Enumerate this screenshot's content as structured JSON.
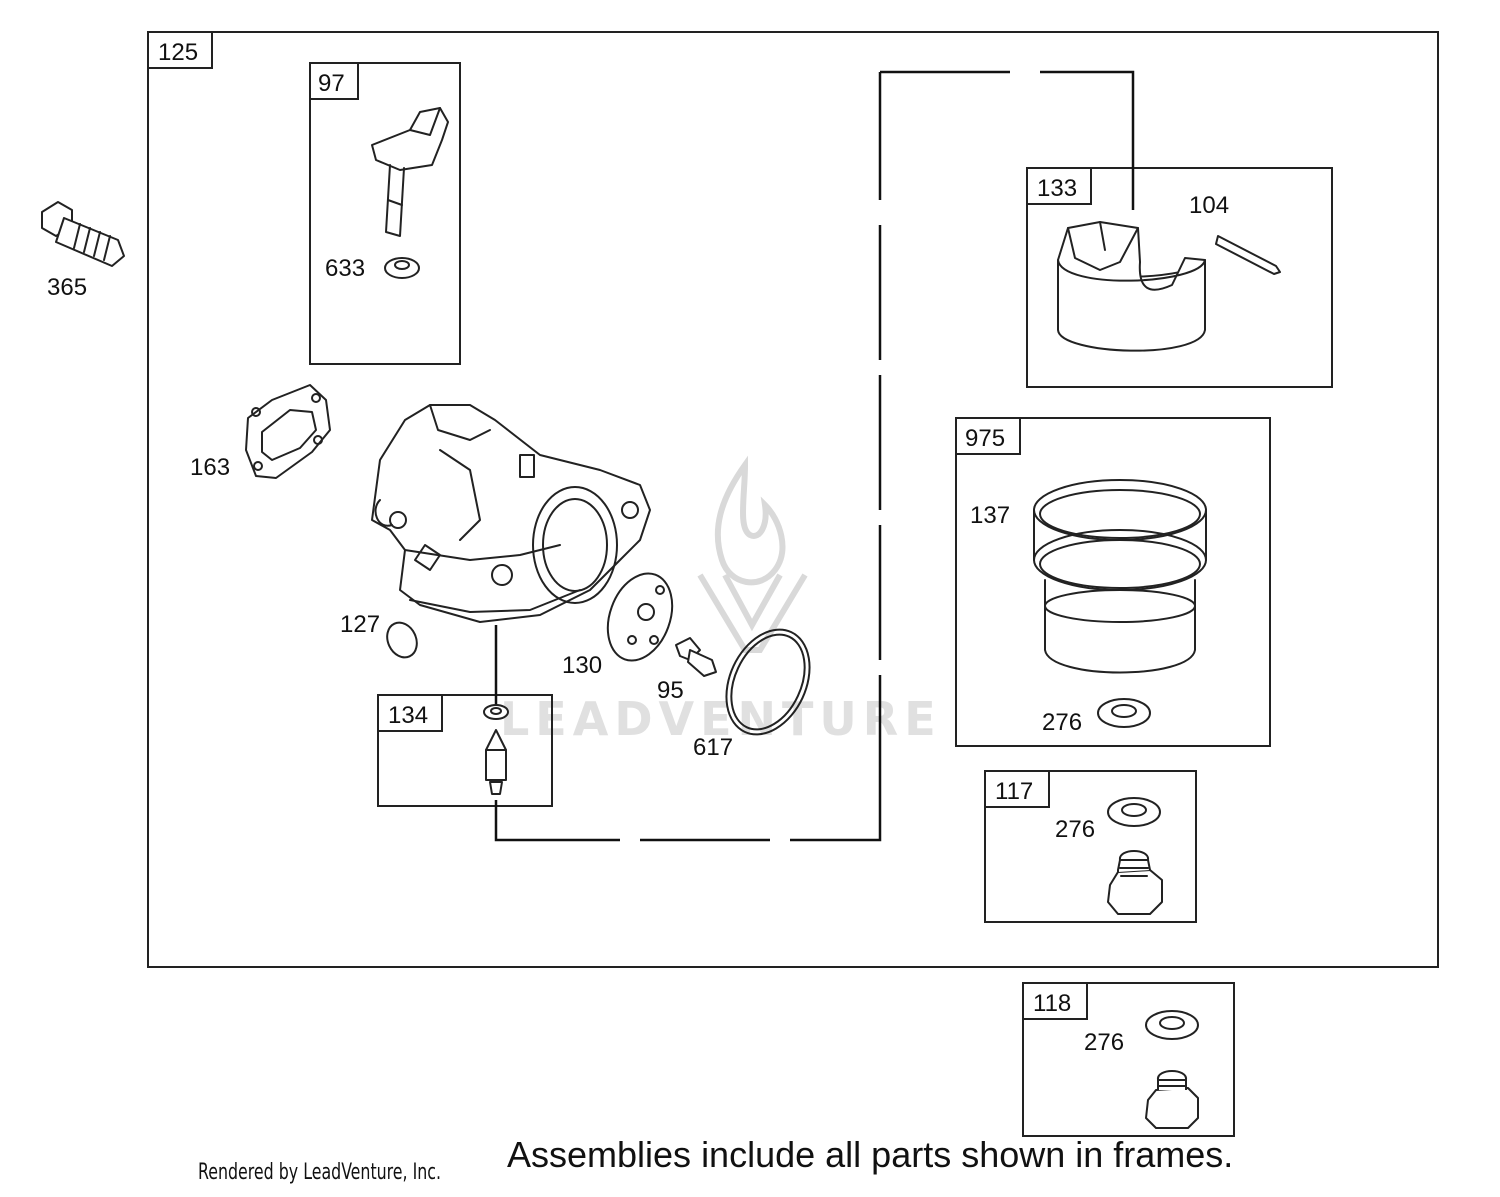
{
  "frames": {
    "f125": "125",
    "f97": "97",
    "f133": "133",
    "f975": "975",
    "f134": "134",
    "f117": "117",
    "f118": "118"
  },
  "labels": {
    "p365": "365",
    "p633": "633",
    "p163": "163",
    "p127": "127",
    "p130": "130",
    "p95": "95",
    "p617": "617",
    "p104": "104",
    "p137": "137",
    "p276a": "276",
    "p276b": "276",
    "p276c": "276"
  },
  "watermark": "LEADVENTURE",
  "footer": {
    "credit": "Rendered by LeadVenture, Inc.",
    "note": "Assemblies include all parts shown in frames."
  }
}
